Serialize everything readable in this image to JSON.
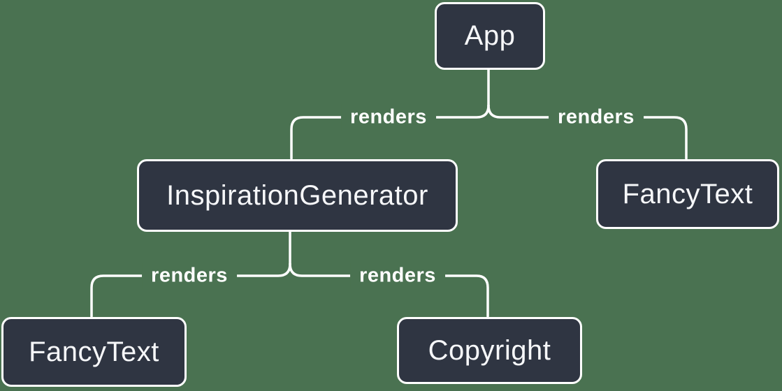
{
  "diagram": {
    "type": "component-render-tree",
    "colors": {
      "background": "#4a7251",
      "node_fill": "#2f3542",
      "node_border": "#ffffff",
      "node_text": "#f6f7f9",
      "line": "#ffffff",
      "label_text": "#ffffff"
    },
    "nodes": [
      {
        "id": "app",
        "label": "App"
      },
      {
        "id": "inspiration-generator",
        "label": "InspirationGenerator"
      },
      {
        "id": "fancy-text-top",
        "label": "FancyText"
      },
      {
        "id": "fancy-text-bottom",
        "label": "FancyText"
      },
      {
        "id": "copyright",
        "label": "Copyright"
      }
    ],
    "edges": [
      {
        "from": "App",
        "to": "InspirationGenerator",
        "label": "renders"
      },
      {
        "from": "App",
        "to": "FancyText",
        "label": "renders"
      },
      {
        "from": "InspirationGenerator",
        "to": "FancyText",
        "label": "renders"
      },
      {
        "from": "InspirationGenerator",
        "to": "Copyright",
        "label": "renders"
      }
    ]
  }
}
